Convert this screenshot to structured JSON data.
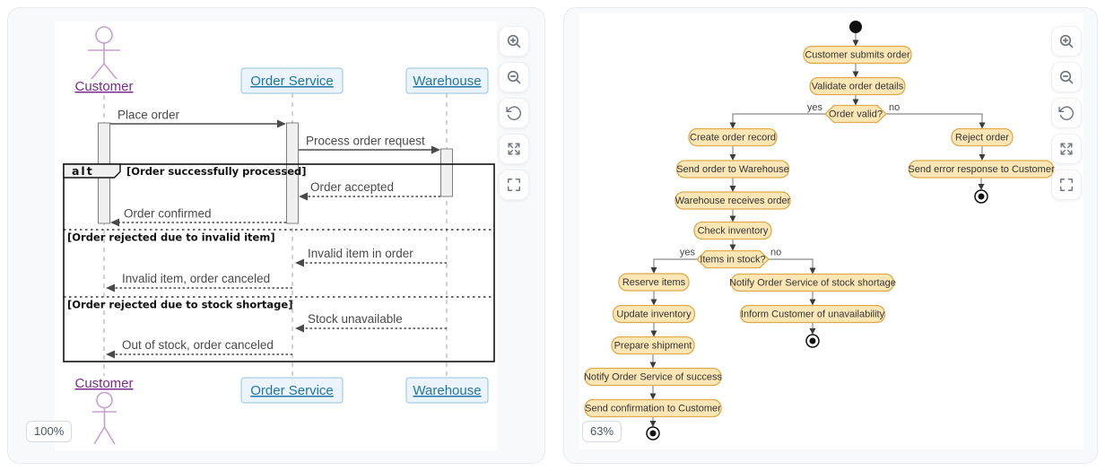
{
  "left_panel": {
    "zoom_badge": "100%",
    "icons": [
      "zoom-in-icon",
      "zoom-out-icon",
      "reset-view-icon",
      "maximize-icon",
      "fullscreen-icon"
    ],
    "diagram": {
      "type": "sequence",
      "actor": "Customer",
      "participants": [
        "Order Service",
        "Warehouse"
      ],
      "messages": [
        "Place order",
        "Process order request",
        "Order accepted",
        "Order confirmed",
        "Invalid item in order",
        "Invalid item, order canceled",
        "Stock unavailable",
        "Out of stock, order canceled"
      ],
      "frame": {
        "operator": "alt",
        "conditions": [
          "[Order successfully processed]",
          "[Order rejected due to invalid item]",
          "[Order rejected due to stock shortage]"
        ]
      }
    }
  },
  "right_panel": {
    "zoom_badge": "63%",
    "icons": [
      "zoom-in-icon",
      "zoom-out-icon",
      "reset-view-icon",
      "maximize-icon",
      "fullscreen-icon"
    ],
    "diagram": {
      "type": "activity",
      "nodes": [
        "Customer submits order",
        "Validate order details",
        "Create order record",
        "Send order to Warehouse",
        "Warehouse receives order",
        "Check inventory",
        "Reserve items",
        "Update inventory",
        "Prepare shipment",
        "Notify Order Service of success",
        "Send confirmation to Customer",
        "Notify Order Service of stock shortage",
        "Inform Customer of unavailability",
        "Reject order",
        "Send error response to Customer"
      ],
      "decisions": [
        "Order valid?",
        "Items in stock?"
      ],
      "branch_labels": {
        "yes": "yes",
        "no": "no"
      }
    }
  },
  "colors": {
    "activity_fill": "#fbe7b6",
    "activity_border": "#dfa94c",
    "participant_fill": "#ebf4fa",
    "participant_border": "#96c4dc",
    "link_blue": "#2075a8",
    "actor_purple": "#7a2b8d",
    "panel_bg": "#f8f9fb"
  }
}
